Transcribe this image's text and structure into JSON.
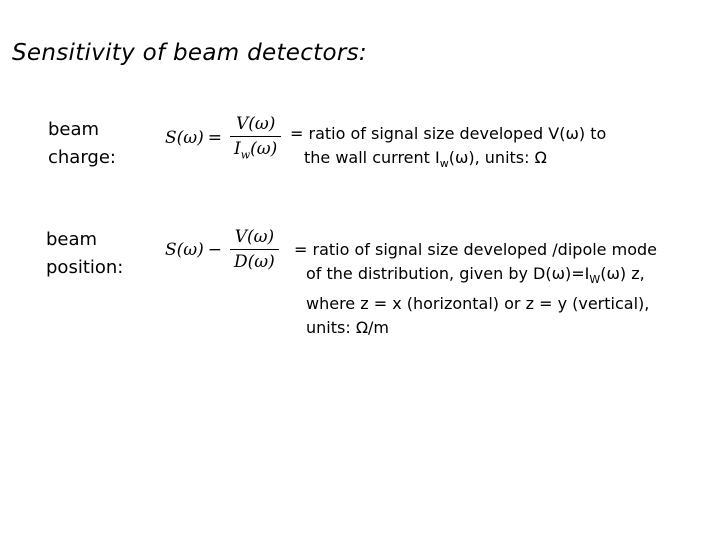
{
  "title": "Sensitivity of beam detectors:",
  "charge": {
    "label_line1": "beam",
    "label_line2": "charge:",
    "formula_lhs": "S(ω)",
    "formula_op": "=",
    "formula_num": "V(ω)",
    "formula_den_main": "I",
    "formula_den_sub": "w",
    "formula_den_tail": "(ω)",
    "desc_line1": "= ratio of signal size developed  V(ω) to",
    "desc_line2_pre": "the wall current I",
    "desc_line2_sub": "w",
    "desc_line2_post": "(ω), units: Ω"
  },
  "position": {
    "label_line1": "beam",
    "label_line2": "position:",
    "formula_lhs": "S(ω)",
    "formula_op": "−",
    "formula_num": "V(ω)",
    "formula_den": "D(ω)",
    "desc_line1": "= ratio of signal size developed /dipole mode",
    "desc_line2_pre": "of the distribution, given by D(ω)=I",
    "desc_line2_sub": "W",
    "desc_line2_post": "(ω) z,",
    "desc_line3": "where z = x (horizontal) or z = y (vertical),",
    "desc_line4": "units: Ω/m"
  }
}
